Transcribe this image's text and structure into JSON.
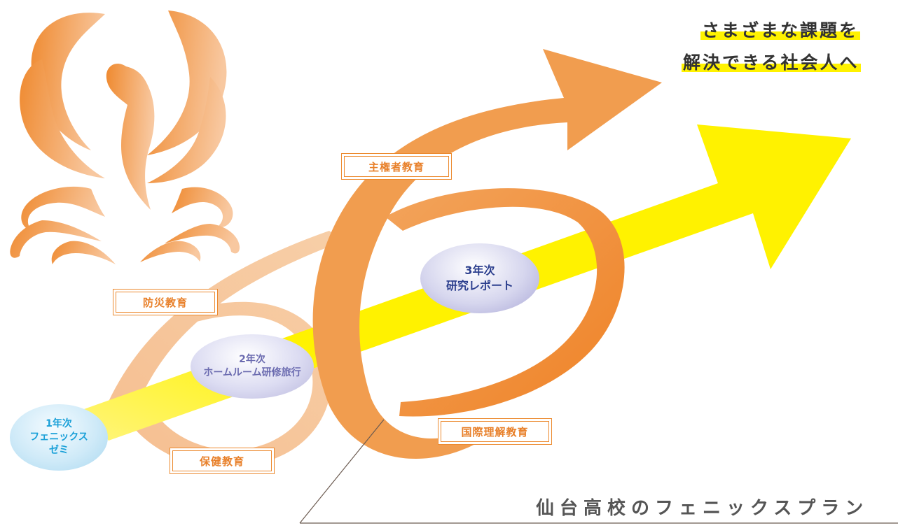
{
  "headline": {
    "line1": "さまざまな課題を",
    "line2": "解決できる社会人へ",
    "highlight_color": "#fff200"
  },
  "plan_title": "仙台高校のフェニックスプラン",
  "stages": [
    {
      "id": "year1",
      "year": "1年次",
      "lines": [
        "フェニックス",
        "ゼミ"
      ],
      "color": "#1aa0d8"
    },
    {
      "id": "year2",
      "year": "2年次",
      "lines": [
        "ホームルーム研修旅行"
      ],
      "color": "#6b6bb0"
    },
    {
      "id": "year3",
      "year": "3年次",
      "lines": [
        "研究レポート"
      ],
      "color": "#2c3f8e"
    }
  ],
  "programs": {
    "bousai": "防災教育",
    "hoken": "保健教育",
    "shukensha": "主権者教育",
    "kokusai": "国際理解教育"
  },
  "colors": {
    "orange": "#ef8c36",
    "light_orange": "#f7c394",
    "yellow_arrow": "#fff200",
    "tag_border": "#ec8a2f"
  },
  "icons": [
    "phoenix-icon"
  ]
}
